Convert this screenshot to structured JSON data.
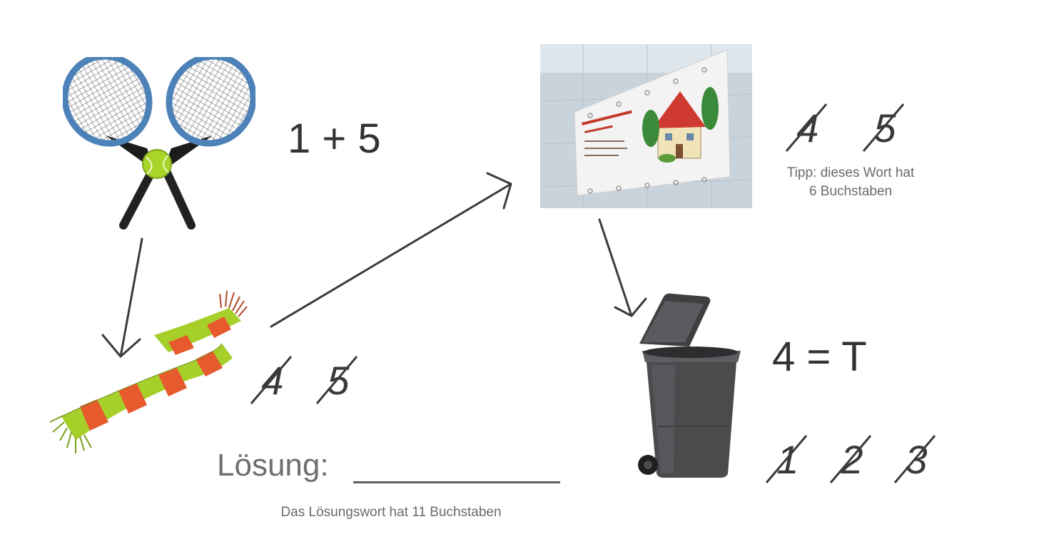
{
  "puzzle": {
    "racket": {
      "equation": "1 + 5"
    },
    "sign": {
      "crossed_digits": [
        "4",
        "5"
      ],
      "hint_line1": "Tipp: dieses Wort hat",
      "hint_line2": "6 Buchstaben"
    },
    "scarf": {
      "crossed_digits": [
        "4",
        "5"
      ]
    },
    "bin": {
      "equation": "4 = T",
      "crossed_digits": [
        "1",
        "2",
        "3"
      ]
    },
    "solution": {
      "label": "Lösung:",
      "hint": "Das Lösungswort hat 11 Buchstaben"
    }
  },
  "images": {
    "racket_icon": "tennis-rackets-icon",
    "sign_icon": "construction-sign-picture",
    "scarf_icon": "striped-scarf-icon",
    "bin_icon": "trash-bin-icon"
  },
  "colors": {
    "arrow": "#3b3b3b",
    "scarf_green": "#a6cf2a",
    "scarf_red": "#e65a2e",
    "bin_gray": "#4a4b4d",
    "racket_blue": "#5a8fc0"
  }
}
